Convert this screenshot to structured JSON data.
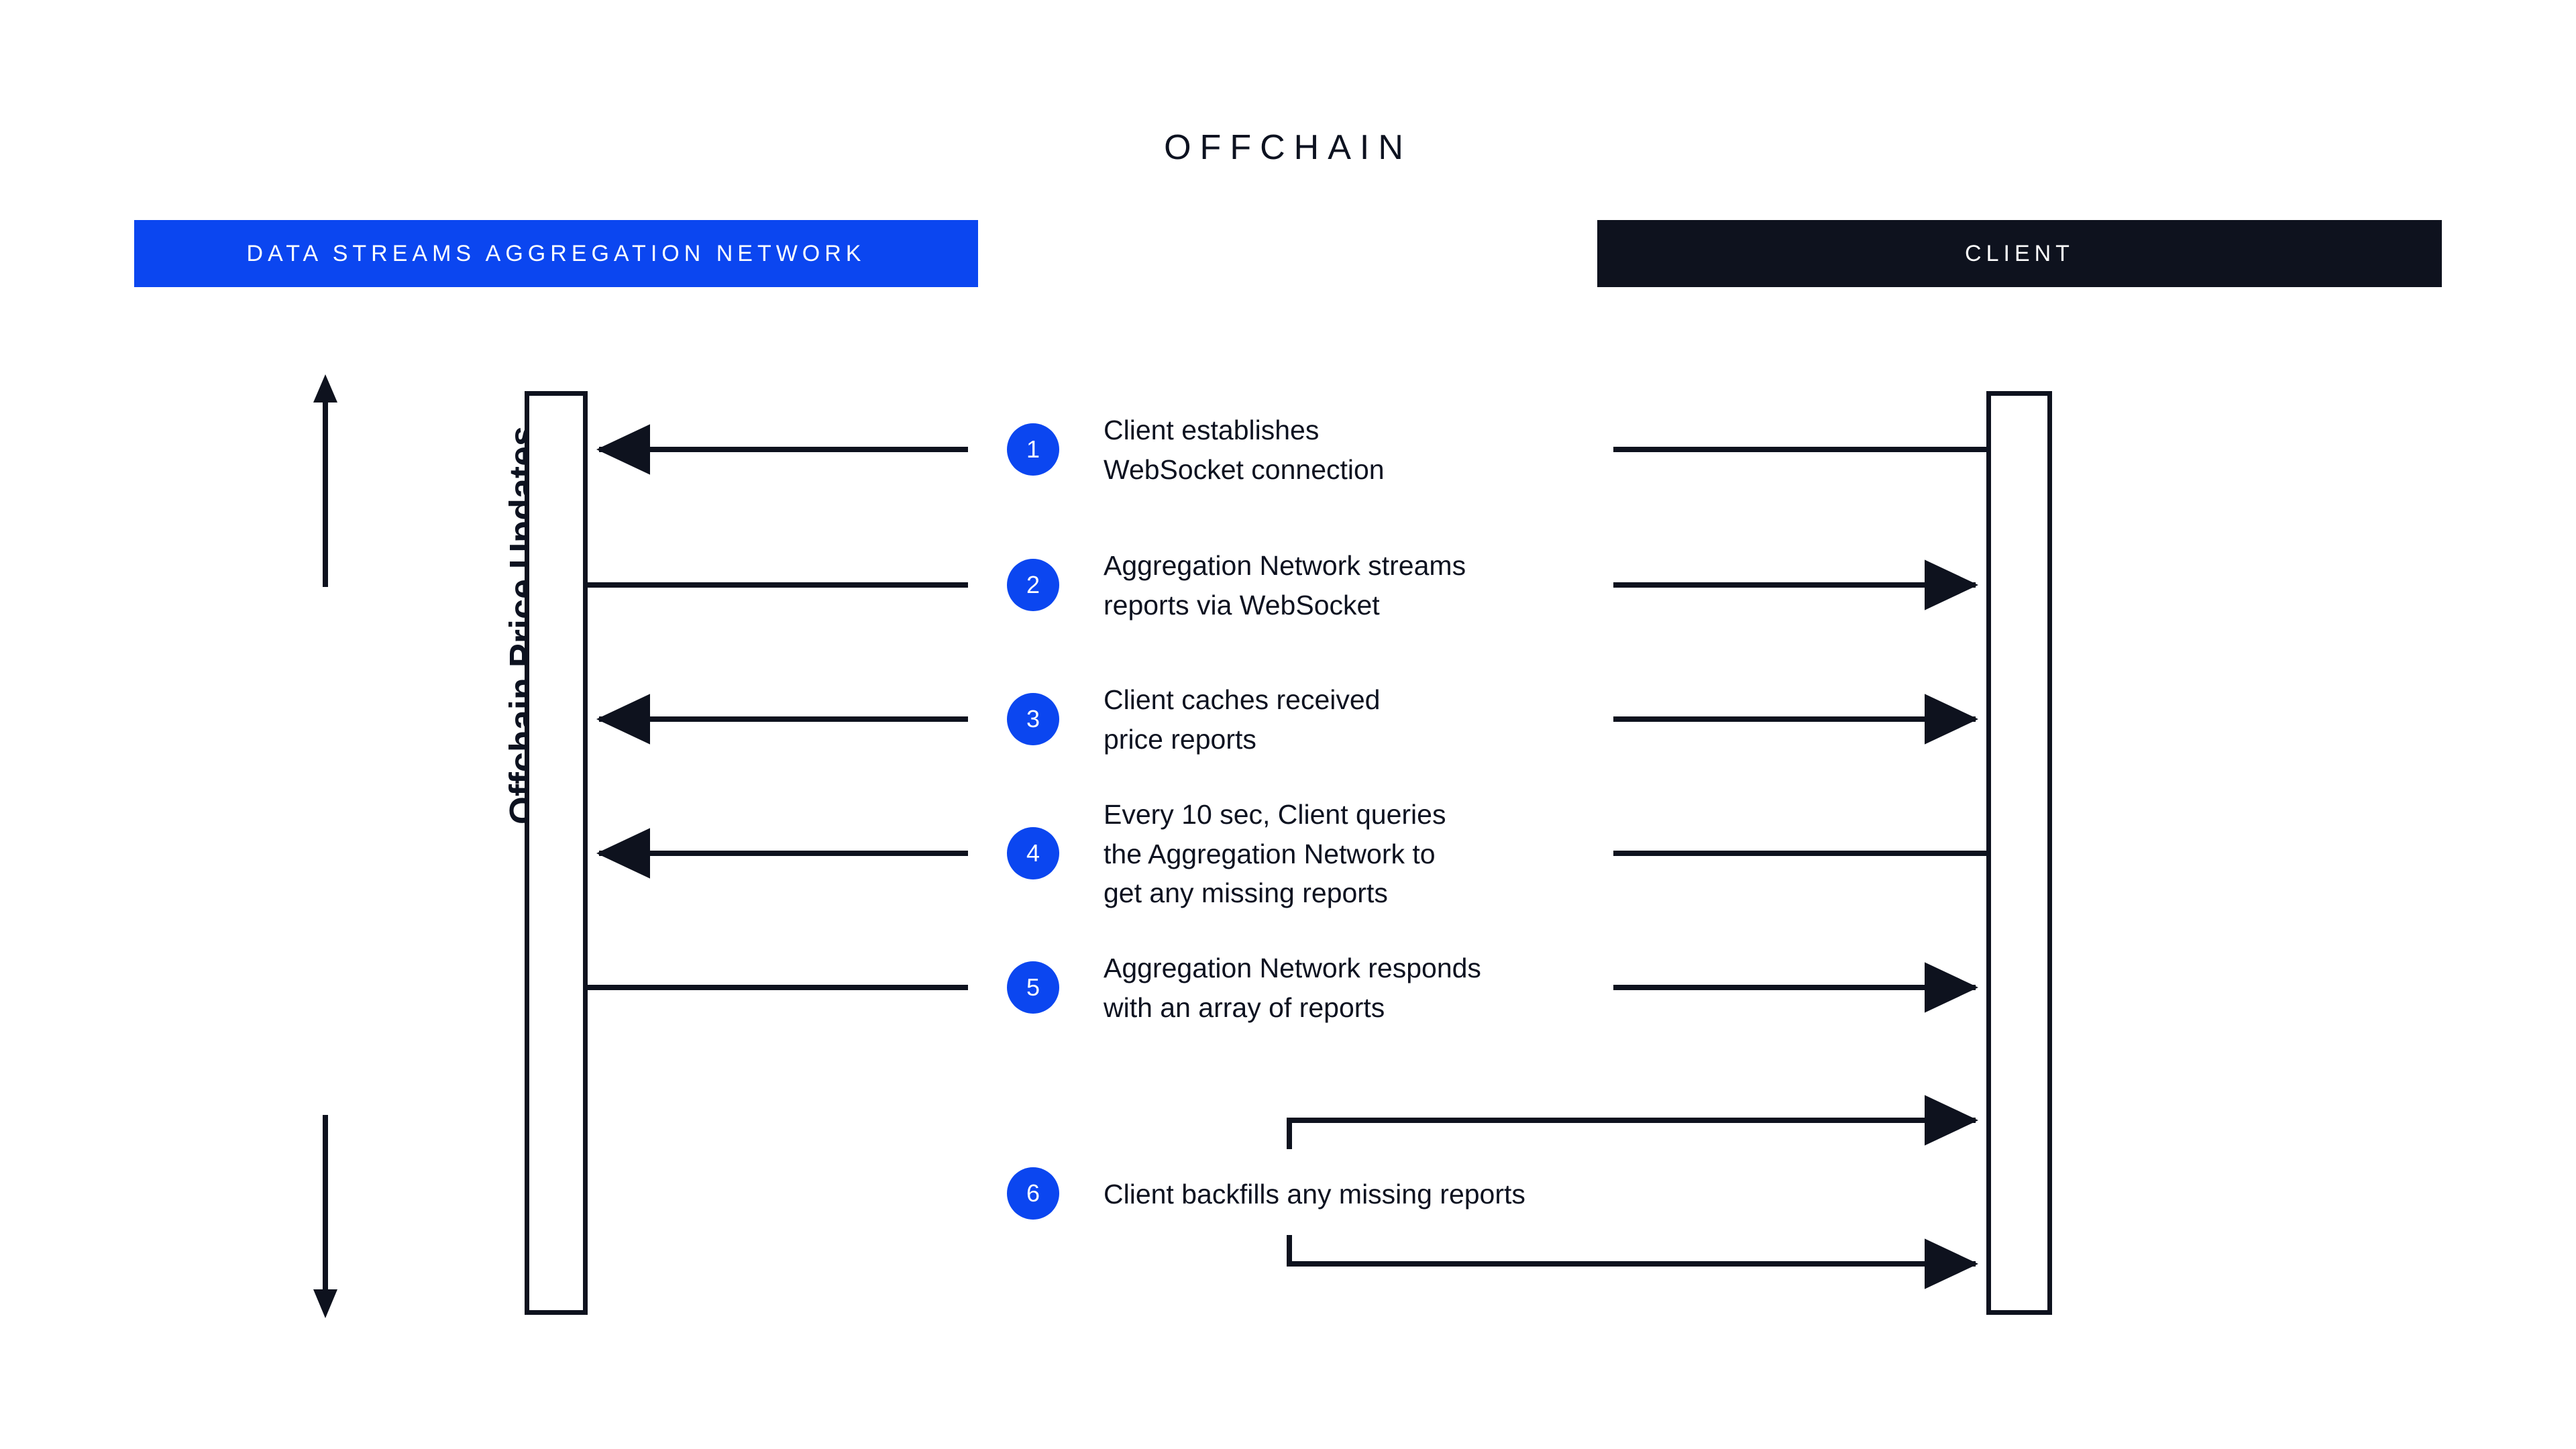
{
  "diagram": {
    "title": "OFFCHAIN",
    "vertical_axis_label": "Offchain Price Updates",
    "colors": {
      "accent_blue": "#0B46F0",
      "dark": "#0E121E",
      "background": "#FFFFFF",
      "text": "#0D1220"
    },
    "actors": [
      {
        "id": "aggregation-network",
        "label": "DATA STREAMS AGGREGATION NETWORK",
        "bar_color": "#0B46F0"
      },
      {
        "id": "client",
        "label": "CLIENT",
        "bar_color": "#0E121E"
      }
    ],
    "steps": [
      {
        "number": "1",
        "text": "Client establishes\nWebSocket connection",
        "left_arrow_direction": "left",
        "right_arrow_direction": "none"
      },
      {
        "number": "2",
        "text": "Aggregation Network streams\nreports via WebSocket",
        "left_arrow_direction": "none",
        "right_arrow_direction": "right"
      },
      {
        "number": "3",
        "text": "Client caches received\nprice reports",
        "left_arrow_direction": "left",
        "right_arrow_direction": "right"
      },
      {
        "number": "4",
        "text": "Every 10 sec, Client queries\nthe Aggregation Network to\nget any missing reports",
        "left_arrow_direction": "left",
        "right_arrow_direction": "none"
      },
      {
        "number": "5",
        "text": "Aggregation Network responds\nwith an array of reports",
        "left_arrow_direction": "none",
        "right_arrow_direction": "right"
      },
      {
        "number": "6",
        "text": "Client backfills any missing reports",
        "left_arrow_direction": "none",
        "right_arrow_direction": "self-loop"
      }
    ]
  }
}
